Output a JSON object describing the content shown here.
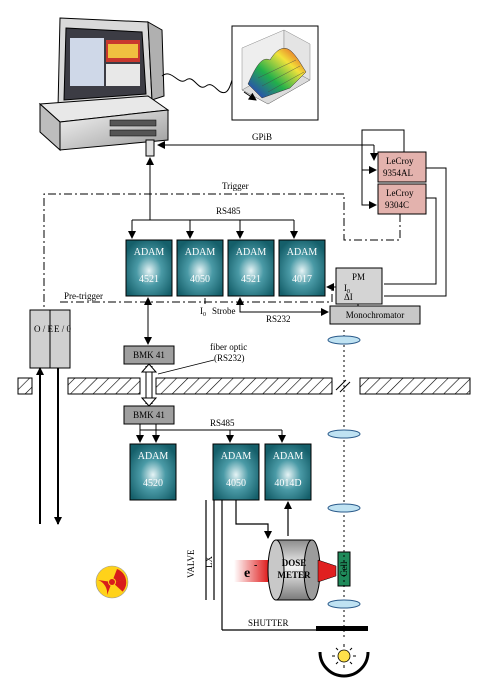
{
  "labels": {
    "gpib": "GPiB",
    "trigger": "Trigger",
    "rs485_top": "RS485",
    "rs485_bottom": "RS485",
    "pretrigger": "Pre-trigger",
    "rs232": "RS232",
    "strobe": "Strobe",
    "i0": "I",
    "i0_sub": "0",
    "fiber_optic": "fiber optic",
    "fiber_optic_sub": "(RS232)",
    "valve": "VALVE",
    "lx": "LX",
    "shutter": "SHUTTER",
    "electron": "e",
    "electron_sup": "-"
  },
  "lecroy": [
    {
      "line1": "LeCroy",
      "line2": "9354AL"
    },
    {
      "line1": "LeCroy",
      "line2": "9304C"
    }
  ],
  "adam_top": [
    {
      "name": "ADAM",
      "model": "4521"
    },
    {
      "name": "ADAM",
      "model": "4050"
    },
    {
      "name": "ADAM",
      "model": "4521"
    },
    {
      "name": "ADAM",
      "model": "4017"
    }
  ],
  "adam_bottom": [
    {
      "name": "ADAM",
      "model": "4520"
    },
    {
      "name": "ADAM",
      "model": "4050"
    },
    {
      "name": "ADAM",
      "model": "4014D"
    }
  ],
  "pm": {
    "title": "PM",
    "i0": "I",
    "i0_sub": "0",
    "di": "ΔI"
  },
  "monochromator": "Monochromator",
  "bmk": [
    "BMK 41",
    "BMK 41"
  ],
  "oe": {
    "left": "O / E",
    "right": "E / 0"
  },
  "dose_meter": {
    "line1": "DOSE",
    "line2": "METER"
  },
  "cell": "Cell",
  "colors": {
    "adam": "#1f7a86",
    "lecroy": "#e3b2ad",
    "pm_box": "#d4d4d4",
    "bmk_box": "#9f9f9f",
    "cell": "#1f8a5a",
    "electron_beam": "#e02020",
    "radiation_yellow": "#ffd21a",
    "radiation_red": "#d81b1b"
  }
}
